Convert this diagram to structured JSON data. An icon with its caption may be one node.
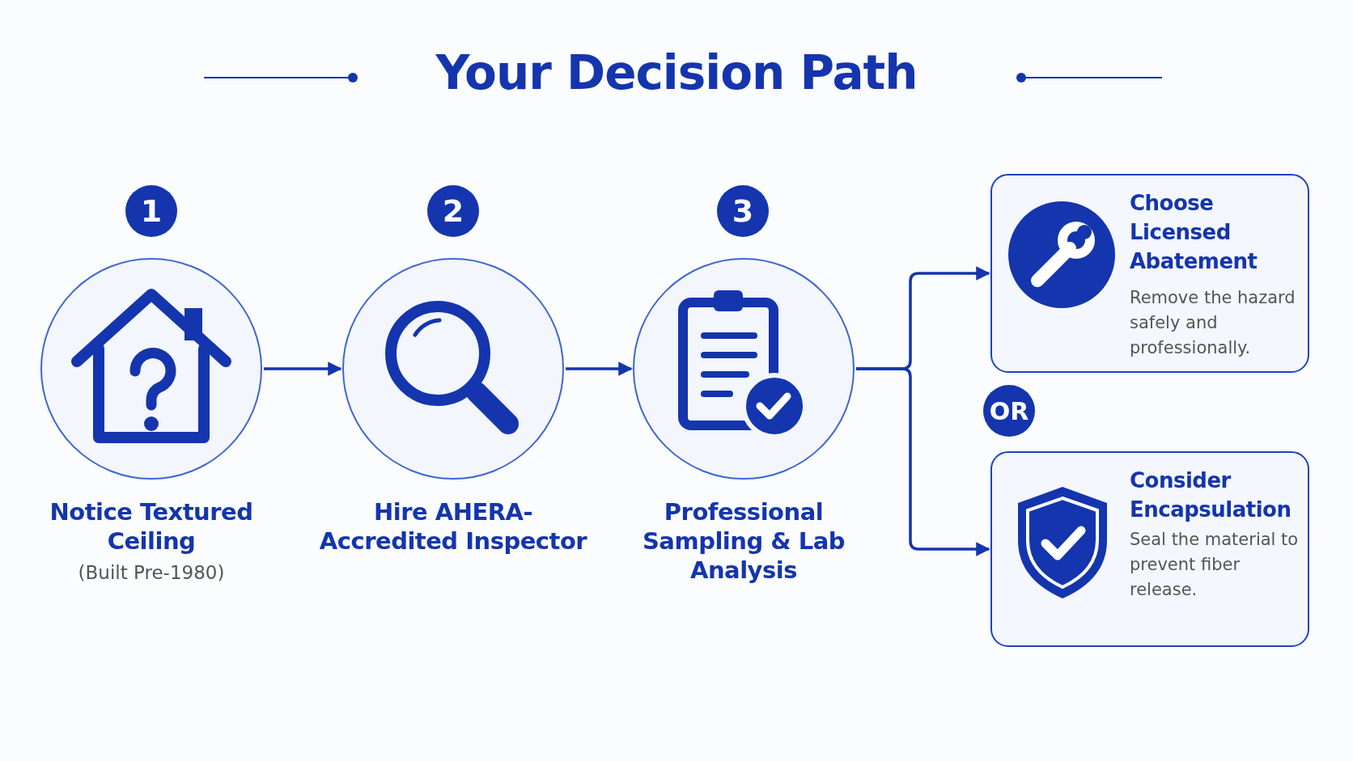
{
  "diagram": {
    "title": "Your Decision Path",
    "nodes": [
      {
        "text": [
          "1"
        ]
      },
      {
        "text": [
          "Notice Textured Ceiling",
          "(Built Pre-1980)"
        ]
      },
      {
        "text": [
          "2"
        ]
      },
      {
        "text": [
          "Hire AHERA-Accredited Inspector"
        ]
      },
      {
        "text": [
          "3"
        ]
      },
      {
        "text": [
          "Professional Sampling & Lab Analysis"
        ]
      },
      {
        "text": [
          "Choose Licensed Abatement",
          "Remove the hazard safely and professionally."
        ]
      },
      {
        "text": [
          "OR"
        ]
      },
      {
        "text": [
          "Consider Encapsulation",
          "Seal the material to prevent fiber release."
        ]
      }
    ],
    "edges": [
      {
        "from": 1,
        "to": 3,
        "arrow": "to"
      },
      {
        "from": 3,
        "to": 5,
        "arrow": "to"
      },
      {
        "from": 5,
        "to": 6,
        "arrow": "to"
      },
      {
        "from": 5,
        "to": 8,
        "arrow": "to"
      }
    ]
  }
}
